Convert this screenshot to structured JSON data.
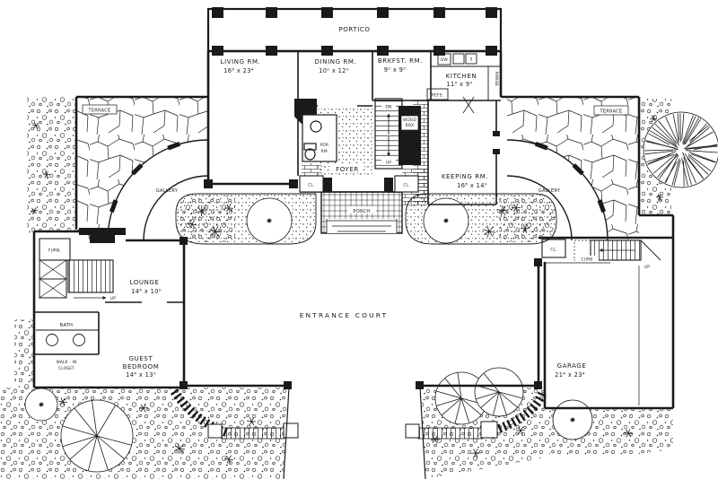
{
  "drawing": {
    "type": "floor-plan",
    "paper": "#ffffff",
    "ink": "#1a1a1a"
  },
  "rooms": {
    "portico": {
      "label": "PORTICO"
    },
    "living": {
      "label": "LIVING RM.",
      "dims": "16⁸ x 23⁴"
    },
    "dining": {
      "label": "DINING RM.",
      "dims": "10⁰ x 12⁰"
    },
    "breakfast": {
      "label": "BRKFST. RM.",
      "dims": "9⁰ x 9⁰"
    },
    "kitchen": {
      "label": "KITCHEN",
      "dims": "11⁰ x 9⁰"
    },
    "keeping": {
      "label": "KEEPING RM.",
      "dims": "16⁸ x 14⁰"
    },
    "foyer": {
      "label": "FOYER"
    },
    "powder": {
      "line1": "PDR.",
      "line2": "RM."
    },
    "porch": {
      "label": "PORCH"
    },
    "terrace": {
      "label": "TERRACE"
    },
    "gallery": {
      "label": "GALLERY"
    },
    "lounge": {
      "label": "LOUNGE",
      "dims": "14⁴ x 10⁰"
    },
    "guest_bedroom": {
      "line1": "GUEST",
      "line2": "BEDROOM",
      "dims": "14⁴ x 13⁰"
    },
    "bath": {
      "label": "BATH"
    },
    "furnace": {
      "label": "FURN."
    },
    "walk_in_closet": {
      "line1": "WALK - IN",
      "line2": "CLOSET"
    },
    "garage": {
      "label": "GARAGE",
      "dims": "21⁴ x 23⁴"
    },
    "entrance_court": {
      "label": "ENTRANCE COURT"
    }
  },
  "annotations": {
    "up": "UP",
    "down": "DN",
    "wood_line1": "WOOD",
    "wood_line2": "BOX",
    "refrigerator": "REFS.",
    "range": "RANGE",
    "dishwasher": "DW",
    "sink": "S",
    "curb": "CURB",
    "closet": "CL."
  }
}
